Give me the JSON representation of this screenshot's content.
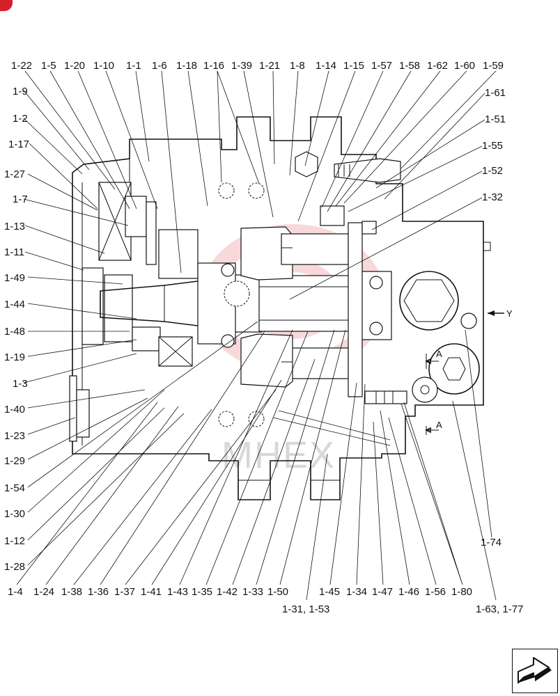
{
  "watermark": "MHEX",
  "view_labels": {
    "section_a": "A",
    "arrow_y": "Y"
  },
  "callouts": {
    "top": [
      "1-22",
      "1-5",
      "1-20",
      "1-10",
      "1-1",
      "1-6",
      "1-18",
      "1-16",
      "1-39",
      "1-21",
      "1-8",
      "1-14",
      "1-15",
      "1-57",
      "1-58",
      "1-62",
      "1-60",
      "1-59"
    ],
    "left": [
      "1-9",
      "1-2",
      "1-17",
      "1-27",
      "1-7",
      "1-13",
      "1-11",
      "1-49",
      "1-44",
      "1-48",
      "1-19",
      "1-3",
      "1-40",
      "1-23",
      "1-29",
      "1-54",
      "1-30",
      "1-12",
      "1-28"
    ],
    "right": [
      "1-61",
      "1-51",
      "1-55",
      "1-52",
      "1-32"
    ],
    "bottom": [
      "1-4",
      "1-24",
      "1-38",
      "1-36",
      "1-37",
      "1-41",
      "1-43",
      "1-35",
      "1-42",
      "1-33",
      "1-50",
      "1-45",
      "1-34",
      "1-47",
      "1-46",
      "1-56",
      "1-80"
    ],
    "bottom_extra": [
      "1-31, 1-53",
      "1-74",
      "1-63, 1-77"
    ]
  },
  "icons": {
    "nav": "next-page-arrow-icon",
    "badge": "page-badge-icon"
  },
  "colors": {
    "accent": "#d6202a",
    "line": "#111111",
    "watermark": "#d8d8d8"
  }
}
